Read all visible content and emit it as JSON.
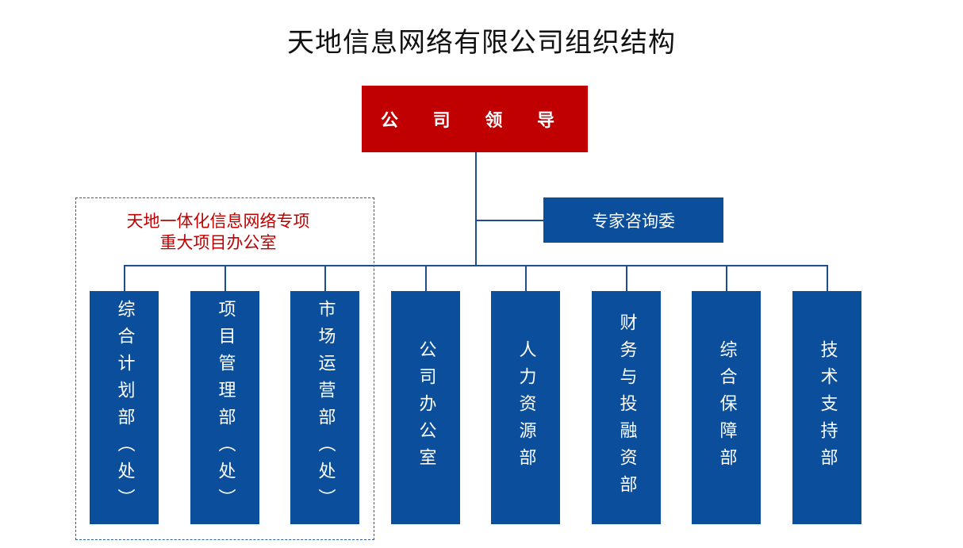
{
  "title": "天地信息网络有限公司组织结构",
  "leader": "公 司 领 导",
  "expert_committee": "专家咨询委",
  "special_office": {
    "line1": "天地一体化信息网络专项",
    "line2": "重大项目办公室"
  },
  "departments": [
    "综合计划部（处）",
    "项目管理部（处）",
    "市场运营部（处）",
    "公司办公室",
    "人力资源部",
    "财务与投融资部",
    "综合保障部",
    "技术支持部"
  ],
  "colors": {
    "leader_bg": "#c00000",
    "dept_bg": "#0b4f9c",
    "special_office_text": "#c00000"
  }
}
